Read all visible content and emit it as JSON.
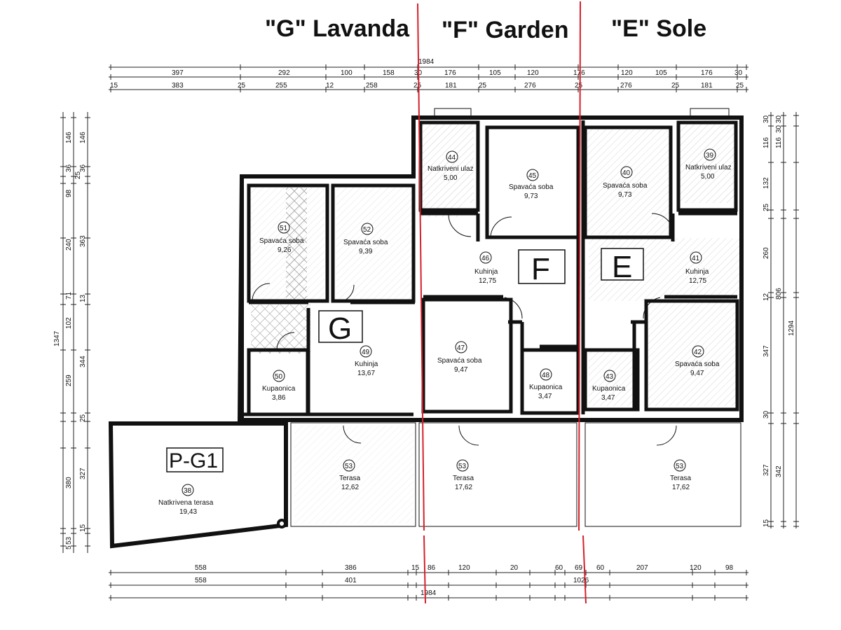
{
  "headers": {
    "g": "\"G\" Lavanda",
    "f": "\"F\" Garden",
    "e": "\"E\" Sole"
  },
  "colors": {
    "divider": "#d4202a",
    "ink": "#111111",
    "hatch": "#9a9a9a"
  },
  "dims_top": {
    "total": "1984",
    "row1": [
      "397",
      "292",
      "100",
      "158",
      "30",
      "176",
      "105",
      "120",
      "176",
      "120",
      "105",
      "176",
      "30"
    ],
    "row2": [
      "15",
      "383",
      "25",
      "255",
      "12",
      "258",
      "25",
      "181",
      "25",
      "276",
      "25",
      "276",
      "25",
      "181",
      "25"
    ]
  },
  "dims_left": {
    "total": "1347",
    "outer": [
      "146",
      "98",
      "240",
      "102",
      "259",
      "380",
      "53"
    ],
    "inner": [
      "146",
      "36",
      "363",
      "71",
      "344",
      "25",
      "327",
      "15",
      "5"
    ],
    "extra": [
      "36",
      "25",
      "13"
    ]
  },
  "dims_right": {
    "total": "1294",
    "outer": [
      "30",
      "116",
      "132",
      "260",
      "347",
      "327",
      "15"
    ],
    "inner": [
      "30",
      "116",
      "25",
      "806",
      "342"
    ],
    "extra": [
      "30",
      "12",
      "30"
    ]
  },
  "dims_bottom": {
    "total": "1984",
    "row1": [
      "558",
      "386",
      "15",
      "86",
      "120",
      "20",
      "60",
      "69",
      "60",
      "207",
      "120",
      "98"
    ],
    "row2": [
      "558",
      "401",
      "1026"
    ]
  },
  "units": {
    "g": "G",
    "f": "F",
    "e": "E",
    "pg1": "P-G1"
  },
  "rooms": [
    {
      "num": "44",
      "name": "Natkriveni ulaz",
      "area": "5,00"
    },
    {
      "num": "45",
      "name": "Spavaća soba",
      "area": "9,73"
    },
    {
      "num": "40",
      "name": "Spavaća soba",
      "area": "9,73"
    },
    {
      "num": "39",
      "name": "Natkriveni ulaz",
      "area": "5,00"
    },
    {
      "num": "51",
      "name": "Spavaća soba",
      "area": "9,26"
    },
    {
      "num": "52",
      "name": "Spavaća soba",
      "area": "9,39"
    },
    {
      "num": "46",
      "name": "Kuhinja",
      "area": "12,75"
    },
    {
      "num": "41",
      "name": "Kuhinja",
      "area": "12,75"
    },
    {
      "num": "49",
      "name": "Kuhinja",
      "area": "13,67"
    },
    {
      "num": "47",
      "name": "Spavaća soba",
      "area": "9,47"
    },
    {
      "num": "42",
      "name": "Spavaća soba",
      "area": "9,47"
    },
    {
      "num": "50",
      "name": "Kupaonica",
      "area": "3,86"
    },
    {
      "num": "48",
      "name": "Kupaonica",
      "area": "3,47"
    },
    {
      "num": "43",
      "name": "Kupaonica",
      "area": "3,47"
    },
    {
      "num": "38",
      "name": "Natkrivena terasa",
      "area": "19,43"
    },
    {
      "num": "53",
      "name": "Terasa",
      "area": "12,62"
    },
    {
      "num": "53",
      "name": "Terasa",
      "area": "17,62"
    },
    {
      "num": "53",
      "name": "Terasa",
      "area": "17,62"
    }
  ]
}
